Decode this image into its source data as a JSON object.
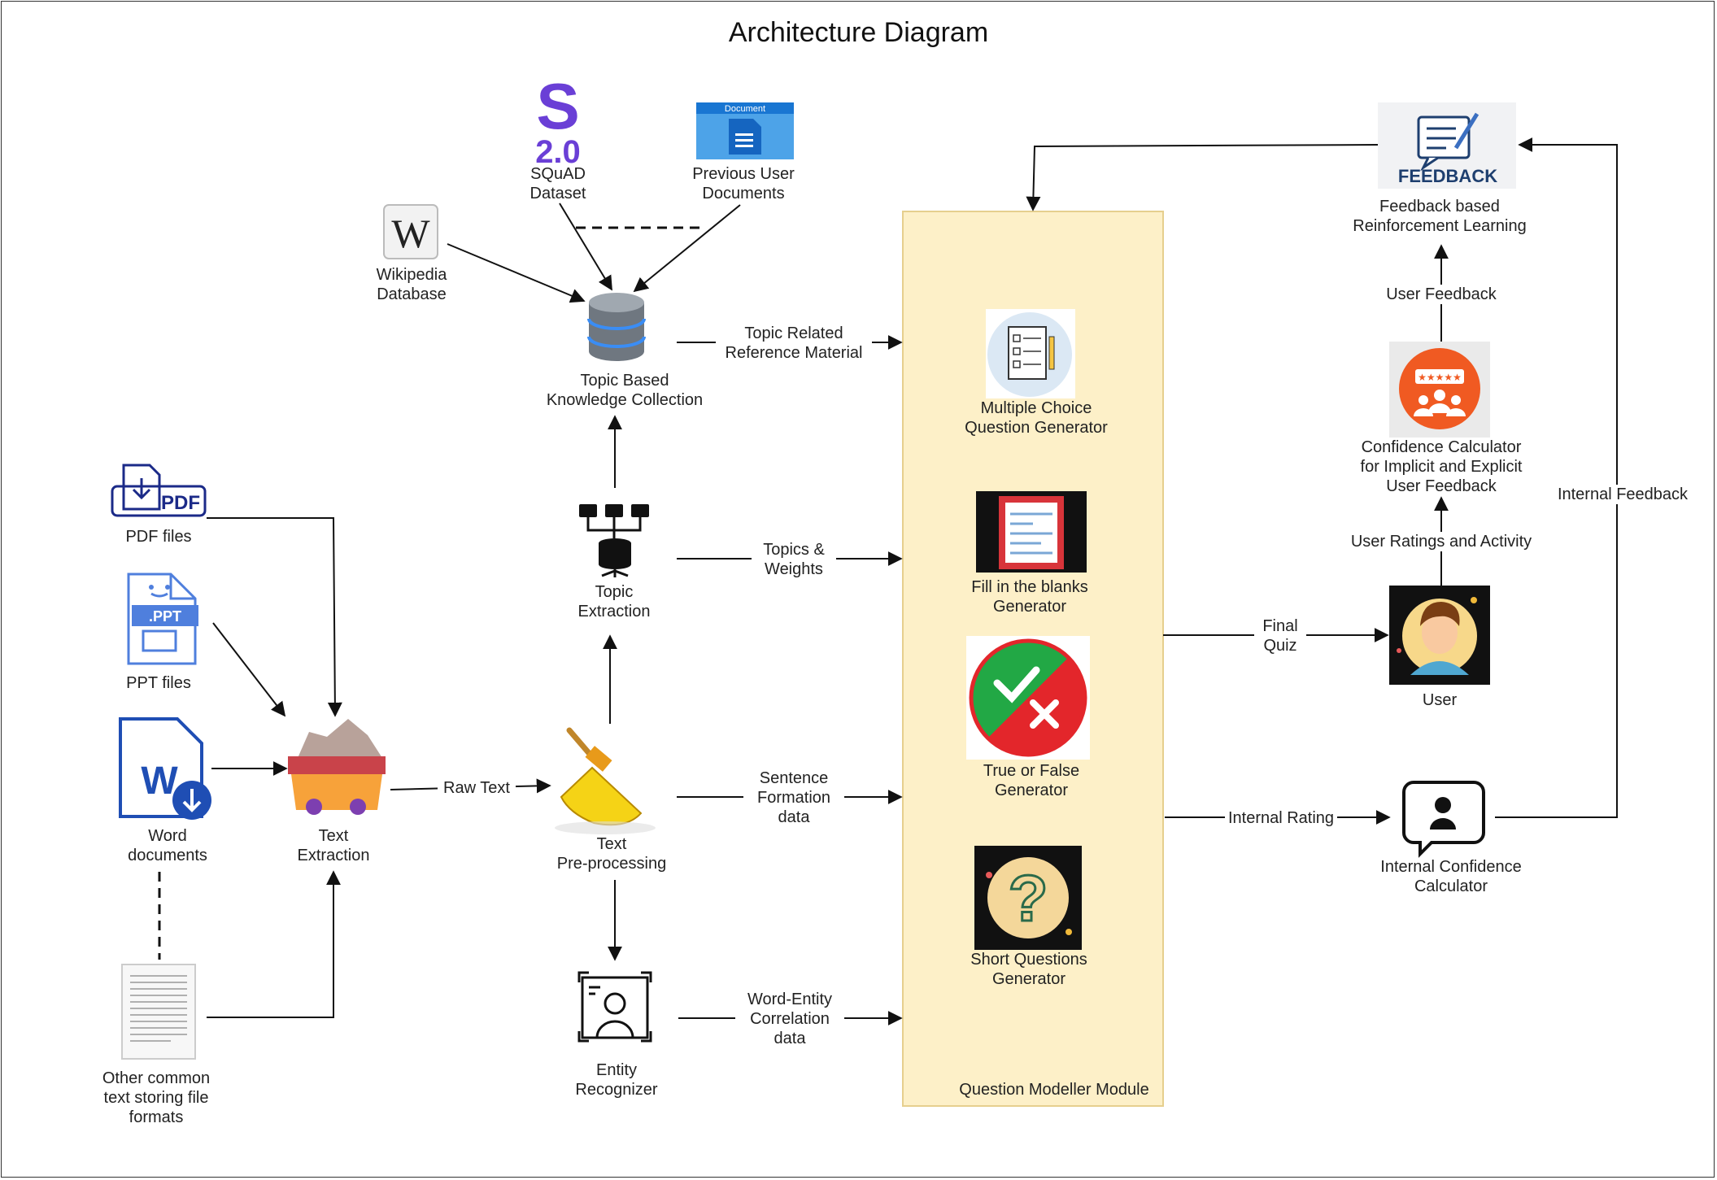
{
  "title": "Architecture Diagram",
  "nodes": {
    "squad": {
      "label": "SQuAD\nDataset",
      "badge_letter": "S",
      "badge_version": "2.0"
    },
    "prev_docs": {
      "label": "Previous User\nDocuments",
      "badge": "Document"
    },
    "wikipedia": {
      "label": "Wikipedia\nDatabase",
      "glyph": "W"
    },
    "knowledge": {
      "label": "Topic Based\nKnowledge Collection"
    },
    "topic_extraction": {
      "label": "Topic\nExtraction"
    },
    "preprocessing": {
      "label": "Text\nPre-processing"
    },
    "entity": {
      "label": "Entity\nRecognizer"
    },
    "text_extraction": {
      "label": "Text\nExtraction"
    },
    "pdf": {
      "label": "PDF files",
      "badge": "PDF"
    },
    "ppt": {
      "label": "PPT files",
      "badge": ".PPT"
    },
    "word": {
      "label": "Word\ndocuments",
      "glyph": "W"
    },
    "other": {
      "label": "Other common\ntext storing file\nformats"
    },
    "mcq": {
      "label": "Multiple Choice\nQuestion Generator"
    },
    "fill": {
      "label": "Fill in the blanks\nGenerator"
    },
    "tf": {
      "label": "True or False\nGenerator"
    },
    "short": {
      "label": "Short Questions\nGenerator",
      "glyph": "?"
    },
    "module": {
      "label": "Question Modeller Module"
    },
    "feedback": {
      "label": "Feedback based\nReinforcement Learning",
      "badge": "FEEDBACK"
    },
    "confidence": {
      "label": "Confidence Calculator\nfor Implicit and Explicit\nUser Feedback",
      "stars": "★★★★★"
    },
    "user": {
      "label": "User"
    },
    "internal_conf": {
      "label": "Internal Confidence\nCalculator"
    }
  },
  "edges": {
    "topic_related": "Topic Related\nReference Material",
    "topics_weights": "Topics &\nWeights",
    "sentence": "Sentence\nFormation\ndata",
    "word_entity": "Word-Entity\nCorrelation\ndata",
    "raw_text": "Raw Text",
    "final_quiz": "Final\nQuiz",
    "internal_rating": "Internal Rating",
    "user_feedback": "User Feedback",
    "user_ratings": "User Ratings and Activity",
    "internal_feedback": "Internal Feedback"
  },
  "colors": {
    "module_fill": "#fdf0c8",
    "module_border": "#e6cf8e",
    "pdf_blue": "#1b2a88",
    "ppt_blue": "#4f7fdd",
    "word_blue": "#1f4eb4",
    "squad_purple": "#6a3fd6",
    "doc_blue": "#1976d2",
    "orange": "#f05a22",
    "tf_green": "#22a845",
    "tf_red": "#e3262b"
  }
}
